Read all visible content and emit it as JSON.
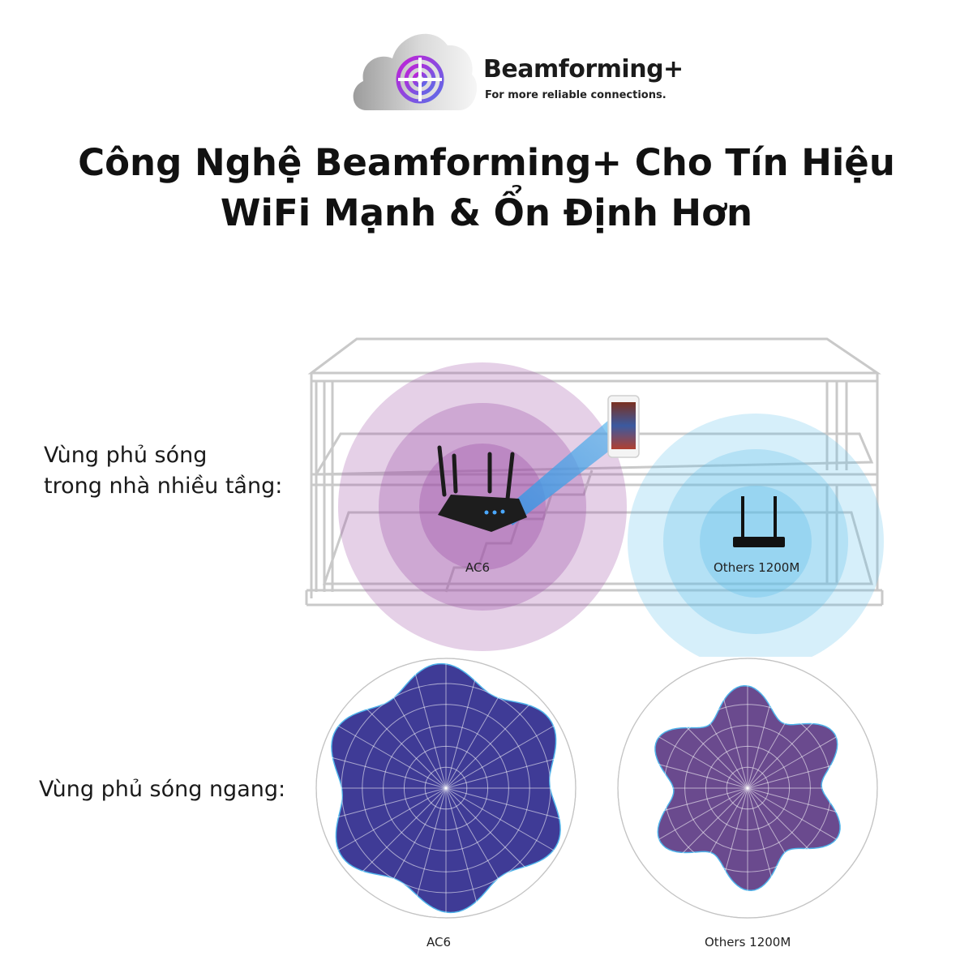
{
  "brand": {
    "name": "Beamforming+",
    "tagline": "For more reliable connections."
  },
  "headline": {
    "line1": "Công Nghệ Beamforming+ Cho Tín Hiệu",
    "line2": "WiFi Mạnh & Ổn Định Hơn"
  },
  "coverage_multi_floor": {
    "label_line1": "Vùng phủ sóng",
    "label_line2": "trong nhà nhiều tầng:",
    "routers": [
      {
        "name": "AC6",
        "color": "#a055a8"
      },
      {
        "name": "Others 1200M",
        "color": "#5cbfea"
      }
    ]
  },
  "coverage_horizontal": {
    "label": "Vùng phủ sóng ngang:",
    "patterns": [
      {
        "name": "AC6",
        "fill": "#3f3b96"
      },
      {
        "name": "Others 1200M",
        "fill": "#6a4a8e"
      }
    ]
  },
  "icons": [
    "beamforming-target-icon",
    "cloud-icon",
    "router-icon",
    "smartphone-icon"
  ]
}
